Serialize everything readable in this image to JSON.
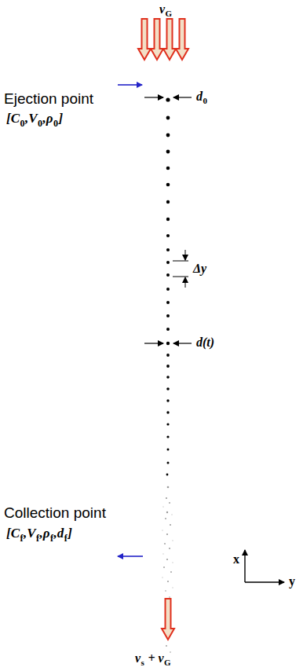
{
  "diagram": {
    "labels": [
      "v",
      "G",
      "Ejection point",
      "[C",
      "0",
      ",V",
      "0",
      ",ρ",
      "0",
      "]",
      "d",
      "0",
      "Δy",
      "d(t)",
      "Collection point",
      "[C",
      "f",
      ",V",
      "f",
      ",ρ",
      "f",
      ",d",
      "f",
      "]",
      "x",
      "y",
      "v",
      "s",
      " + v",
      "G"
    ]
  }
}
